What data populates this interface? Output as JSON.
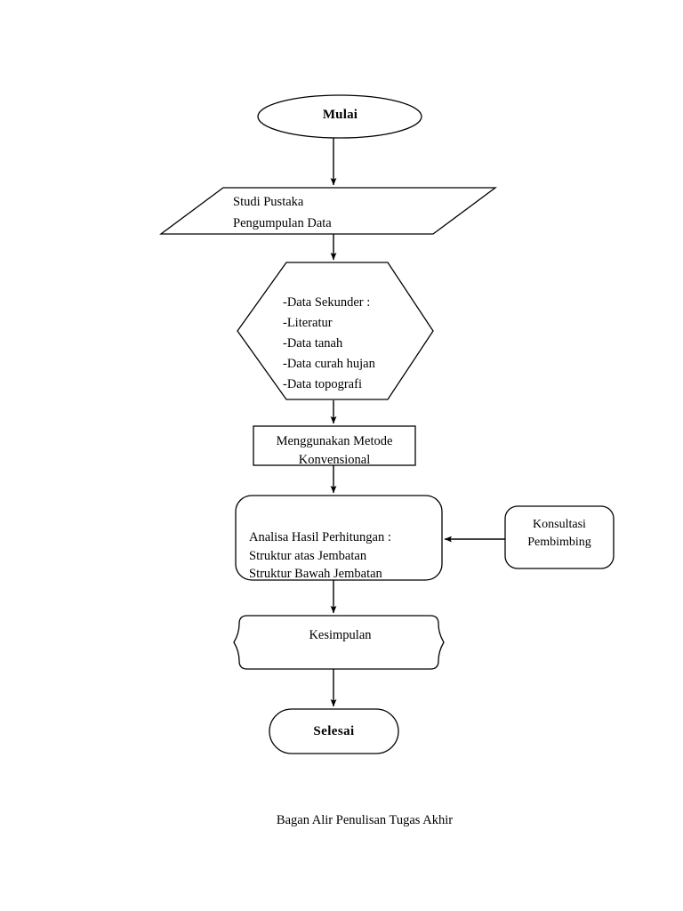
{
  "document": {
    "title": "Bagan Alir Penulisan Tugas Akhir",
    "caption": "Bagan Alir Penulisan Tugas Akhir",
    "background_color": "#ffffff",
    "stroke_color": "#000000",
    "text_color": "#000000"
  },
  "flowchart": {
    "nodes": {
      "start": {
        "label": "Mulai",
        "shape": "ellipse",
        "bold": true
      },
      "studi_pustaka": {
        "label": "Studi Pustaka\nPengumpulan Data",
        "line1": "Studi Pustaka",
        "line2": "Pengumpulan Data",
        "shape": "parallelogram"
      },
      "data_sekunder": {
        "label": "-Data Sekunder :\n-Literatur\n-Data tanah\n-Data curah hujan\n-Data topografi",
        "items": [
          "-Data Sekunder :",
          "-Literatur",
          "-Data tanah",
          "-Data curah hujan",
          "-Data topografi"
        ],
        "shape": "hexagon"
      },
      "metode": {
        "label": "Menggunakan Metode\nKonvensional",
        "line1": "Menggunakan Metode",
        "line2": "Konvensional",
        "shape": "rectangle"
      },
      "analisa": {
        "label": "Analisa Hasil Perhitungan :\nStruktur atas Jembatan\nStruktur Bawah Jembatan",
        "line1": "Analisa Hasil Perhitungan :",
        "line2": "Struktur atas Jembatan",
        "line3": "Struktur Bawah Jembatan",
        "shape": "rounded-rectangle"
      },
      "konsultasi": {
        "label": "Konsultasi\nPembimbing",
        "line1": "Konsultasi",
        "line2": "Pembimbing",
        "shape": "rounded-rectangle"
      },
      "kesimpulan": {
        "label": "Kesimpulan",
        "shape": "brace-box"
      },
      "end": {
        "label": "Selesai",
        "shape": "stadium",
        "bold": true
      }
    },
    "connectors": [
      {
        "from": "start",
        "to": "studi_pustaka",
        "direction": "down",
        "arrow": true
      },
      {
        "from": "studi_pustaka",
        "to": "data_sekunder",
        "direction": "down",
        "arrow": true
      },
      {
        "from": "data_sekunder",
        "to": "metode",
        "direction": "down",
        "arrow": true
      },
      {
        "from": "metode",
        "to": "analisa",
        "direction": "down",
        "arrow": true
      },
      {
        "from": "konsultasi",
        "to": "analisa",
        "direction": "left",
        "arrow": true
      },
      {
        "from": "analisa",
        "to": "kesimpulan",
        "direction": "down",
        "arrow": true
      },
      {
        "from": "kesimpulan",
        "to": "end",
        "direction": "down",
        "arrow": true
      }
    ]
  }
}
